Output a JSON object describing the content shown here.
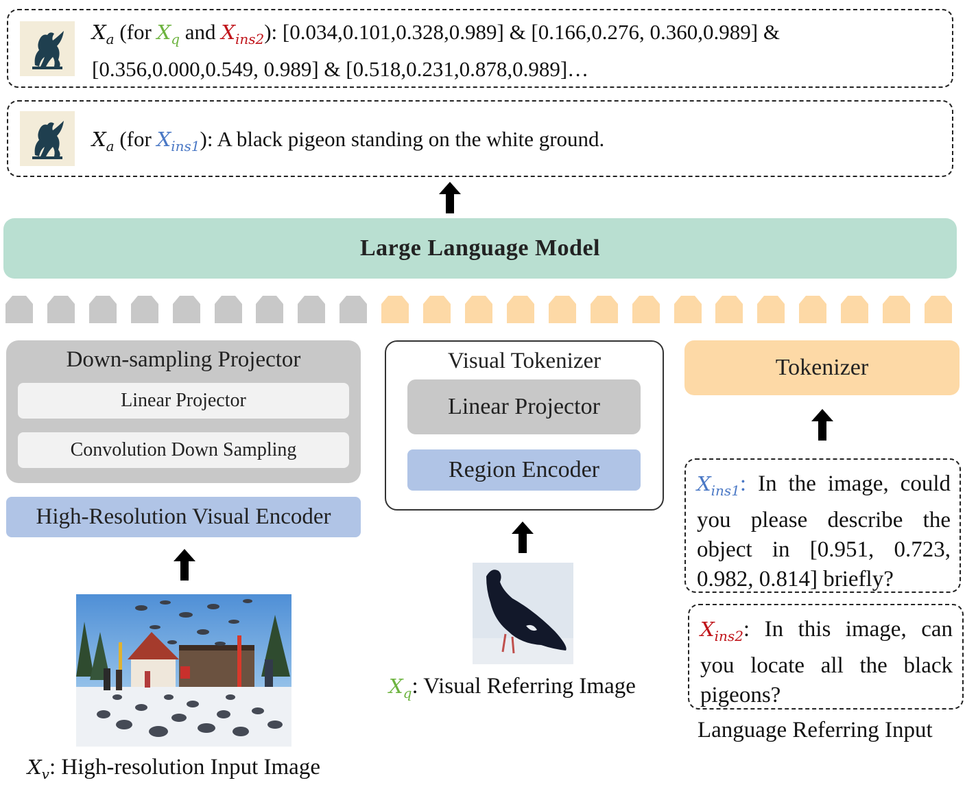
{
  "output_top": {
    "var": "X",
    "var_sub": "a",
    "for_prefix": "(for",
    "q_var": "X",
    "q_sub": "q",
    "and_word": "and",
    "ins2_var": "X",
    "ins2_sub": "ins2",
    "close": "):",
    "line1_rest": "[0.034,0.101,0.328,0.989] & [0.166,0.276, 0.360,0.989] &",
    "line2": "[0.356,0.000,0.549, 0.989] & [0.518,0.231,0.878,0.989]…"
  },
  "output_bottom": {
    "var": "X",
    "var_sub": "a",
    "for_prefix": "(for",
    "ins1_var": "X",
    "ins1_sub": "ins1",
    "close": "):",
    "text": "A black pigeon standing on the white ground."
  },
  "llm": {
    "label": "Large Language Model"
  },
  "tokens": {
    "gray_count": 9,
    "orange_count": 14,
    "gray_color": "#c8c8c8",
    "orange_color": "#fdd9a6"
  },
  "downsampling": {
    "title": "Down-sampling Projector",
    "linear": "Linear Projector",
    "conv": "Convolution Down Sampling"
  },
  "hr_encoder": {
    "label": "High-Resolution Visual Encoder"
  },
  "visual_tokenizer": {
    "title": "Visual Tokenizer",
    "linear": "Linear Projector",
    "region": "Region Encoder"
  },
  "tokenizer": {
    "label": "Tokenizer"
  },
  "ins1": {
    "var": "X",
    "sub": "ins1",
    "lines": [
      "In the image, could",
      "you please describe the",
      "object in [0.951, 0.723,",
      "0.982, 0.814] briefly?"
    ]
  },
  "ins2": {
    "var": "X",
    "sub": "ins2",
    "lines": [
      "In this image, can",
      "you locate all the black",
      "pigeons?"
    ]
  },
  "captions": {
    "xv_var": "X",
    "xv_sub": "v",
    "xv_text": ": High-resolution Input Image",
    "xq_var": "X",
    "xq_sub": "q",
    "xq_text": ": Visual Referring Image",
    "lang": "Language Referring Input"
  },
  "colors": {
    "llm": "#b9dfd1",
    "encoder_blue": "#b0c4e6",
    "projector_gray": "#c8c8c8",
    "tokenizer_orange": "#fdd9a6",
    "q_green": "#6db33f",
    "ins2_red": "#c0141a",
    "ins1_blue": "#4a78c5"
  },
  "icons": [
    "griffin-logo-icon",
    "up-arrow-icon"
  ]
}
